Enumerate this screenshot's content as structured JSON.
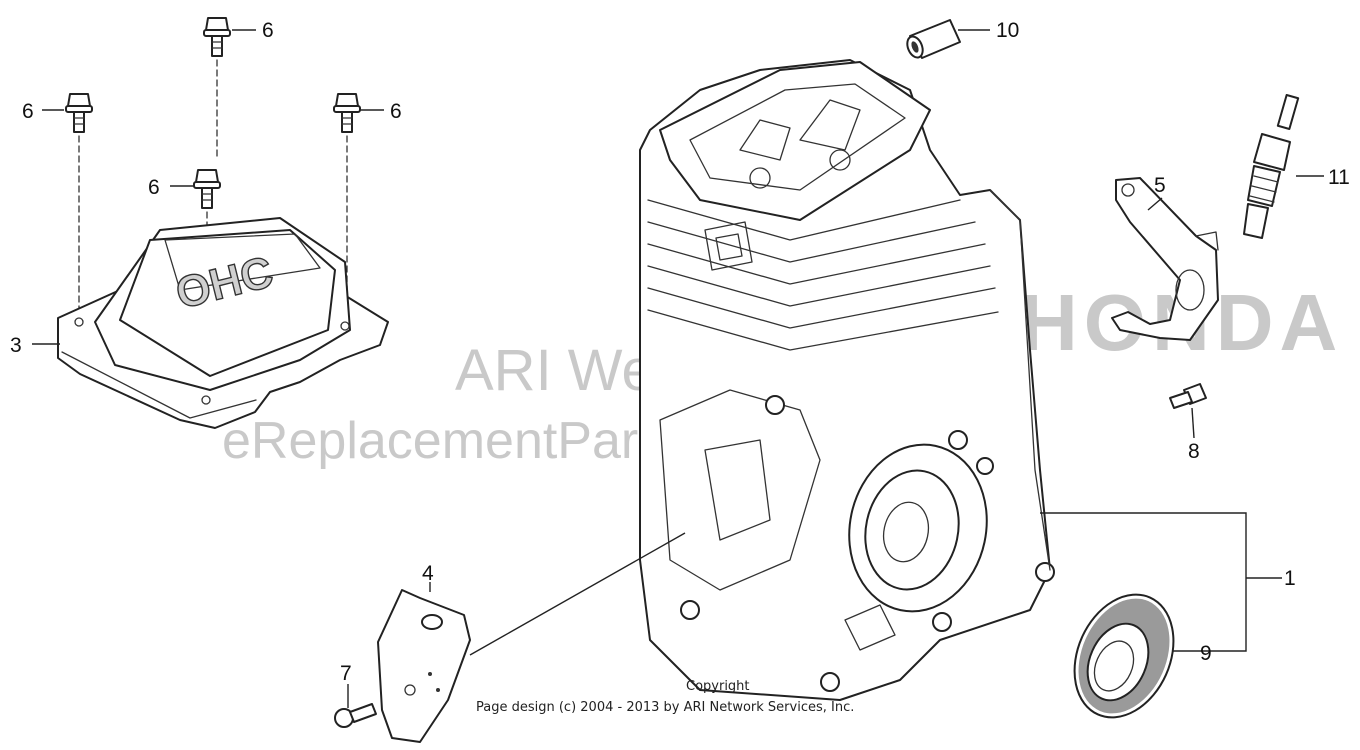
{
  "diagram": {
    "callouts": {
      "p1": "1",
      "p3": "3",
      "p4": "4",
      "p5": "5",
      "p6a": "6",
      "p6b": "6",
      "p6c": "6",
      "p6d": "6",
      "p7": "7",
      "p8": "8",
      "p9": "9",
      "p10": "10",
      "p11": "11"
    },
    "watermark": {
      "line1": "ARI Website Start",
      "line2": "eReplacementParts.com",
      "brand": "HONDA"
    },
    "cover_emboss": "OHC",
    "copyright": {
      "line1": "Copyright",
      "line2": "Page design (c) 2004 - 2013 by ARI Network Services, Inc."
    }
  }
}
